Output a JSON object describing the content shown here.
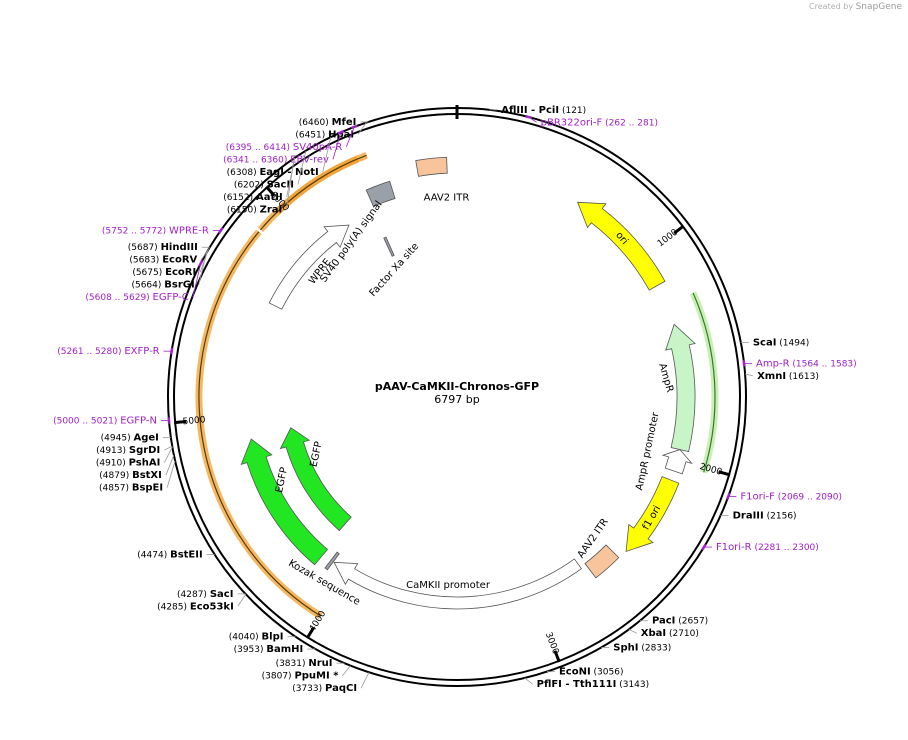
{
  "credit": {
    "prefix": "Created by",
    "brand": "SnapGene"
  },
  "plasmid": {
    "name": "pAAV-CaMKII-Chronos-GFP",
    "length_label": "6797 bp",
    "total_bp": 6797
  },
  "colors": {
    "enzyme": "#000000",
    "primer": "#a020c8",
    "yellow": "#ffff00",
    "green": "#22e622",
    "light_green": "#c8f5c8",
    "itr": "#f8c49c",
    "grey": "#9aa0a8",
    "orange": "#f0a030"
  },
  "ticks": [
    {
      "pos": 1000,
      "label": "1000"
    },
    {
      "pos": 2000,
      "label": "2000"
    },
    {
      "pos": 3000,
      "label": "3000"
    },
    {
      "pos": 4000,
      "label": "4000"
    },
    {
      "pos": 5000,
      "label": "5000"
    },
    {
      "pos": 6000,
      "label": "6000"
    }
  ],
  "features": [
    {
      "name": "ori",
      "start": 600,
      "end": 1150,
      "type": "yellow",
      "strand": -1,
      "label": "ori"
    },
    {
      "name": "AmpR",
      "start": 1350,
      "end": 1950,
      "type": "light_green",
      "strand": -1,
      "label": "AmpR"
    },
    {
      "name": "AmpR promoter",
      "start": 1950,
      "end": 2055,
      "type": "white",
      "strand": -1,
      "label": "AmpR promoter"
    },
    {
      "name": "f1 ori",
      "start": 2100,
      "end": 2500,
      "type": "yellow",
      "strand": 1,
      "label": "f1 ori"
    },
    {
      "name": "AAV2 ITR",
      "start": 2545,
      "end": 2690,
      "type": "itr",
      "strand": 0,
      "label": "AAV2 ITR"
    },
    {
      "name": "CaMKII promoter",
      "start": 2720,
      "end": 4090,
      "type": "white",
      "strand": 1,
      "label": "CaMKII promoter"
    },
    {
      "name": "Kozak sequence",
      "start": 4095,
      "end": 4110,
      "type": "grey_thin",
      "strand": 0,
      "label": "Kozak sequence"
    },
    {
      "name": "EGFP",
      "start": 4160,
      "end": 4880,
      "type": "green",
      "strand": 1,
      "label": "EGFP"
    },
    {
      "name": "EGFP",
      "start": 4180,
      "end": 4900,
      "type": "green",
      "strand": 1,
      "label": "EGFP"
    },
    {
      "name": "WPRE",
      "start": 5600,
      "end": 6190,
      "type": "white",
      "strand": 1,
      "label": "WPRE"
    },
    {
      "name": "Factor Xa site",
      "start": 6330,
      "end": 6345,
      "type": "grey_thin",
      "strand": 0,
      "label": "Factor Xa site"
    },
    {
      "name": "SV40 poly(A) signal",
      "start": 6350,
      "end": 6470,
      "type": "grey",
      "strand": 0,
      "label": "SV40 poly(A) signal"
    },
    {
      "name": "AAV2 ITR",
      "start": 6610,
      "end": 6750,
      "type": "itr",
      "strand": 0,
      "label": "AAV2 ITR"
    }
  ],
  "orfs": [
    {
      "start": 1250,
      "end": 2020,
      "strand": -1
    },
    {
      "start": 4000,
      "end": 5850,
      "strand": 1
    },
    {
      "start": 5860,
      "end": 6370,
      "strand": 1
    },
    {
      "start": 5960,
      "end": 6410,
      "strand": 1
    }
  ],
  "labels": [
    {
      "name": "MfeI",
      "pos": "(6460)",
      "kind": "enzyme",
      "site": 6460
    },
    {
      "name": "HpaI",
      "pos": "(6451)",
      "kind": "enzyme",
      "site": 6451
    },
    {
      "name": "SV40pA-R",
      "pos": "(6395 .. 6414)",
      "kind": "primer",
      "site": 6404
    },
    {
      "name": "EBV-rev",
      "pos": "(6341 .. 6360)",
      "kind": "primer",
      "site": 6350
    },
    {
      "name": "EagI  - NotI",
      "pos": "(6308)",
      "kind": "enzyme",
      "site": 6308
    },
    {
      "name": "SacII",
      "pos": "(6202)",
      "kind": "enzyme",
      "site": 6202
    },
    {
      "name": "AatII",
      "pos": "(6152)",
      "kind": "enzyme",
      "site": 6152
    },
    {
      "name": "ZraI",
      "pos": "(6150)",
      "kind": "enzyme",
      "site": 6150
    },
    {
      "name": "WPRE-R",
      "pos": "(5752 .. 5772)",
      "kind": "primer",
      "site": 5762
    },
    {
      "name": "HindIII",
      "pos": "(5687)",
      "kind": "enzyme",
      "site": 5687
    },
    {
      "name": "EcoRV",
      "pos": "(5683)",
      "kind": "enzyme",
      "site": 5683
    },
    {
      "name": "EcoRI",
      "pos": "(5675)",
      "kind": "enzyme",
      "site": 5675
    },
    {
      "name": "BsrGI",
      "pos": "(5664)",
      "kind": "enzyme",
      "site": 5664
    },
    {
      "name": "EGFP-C",
      "pos": "(5608 .. 5629)",
      "kind": "primer",
      "site": 5618
    },
    {
      "name": "EXFP-R",
      "pos": "(5261 .. 5280)",
      "kind": "primer",
      "site": 5270
    },
    {
      "name": "EGFP-N",
      "pos": "(5000 .. 5021)",
      "kind": "primer",
      "site": 5010
    },
    {
      "name": "AgeI",
      "pos": "(4945)",
      "kind": "enzyme",
      "site": 4945
    },
    {
      "name": "SgrDI",
      "pos": "(4913)",
      "kind": "enzyme",
      "site": 4913
    },
    {
      "name": "PshAI",
      "pos": "(4910)",
      "kind": "enzyme",
      "site": 4910
    },
    {
      "name": "BstXI",
      "pos": "(4879)",
      "kind": "enzyme",
      "site": 4879
    },
    {
      "name": "BspEI",
      "pos": "(4857)",
      "kind": "enzyme",
      "site": 4857
    },
    {
      "name": "BstEII",
      "pos": "(4474)",
      "kind": "enzyme",
      "site": 4474
    },
    {
      "name": "SacI",
      "pos": "(4287)",
      "kind": "enzyme",
      "site": 4287
    },
    {
      "name": "Eco53kI",
      "pos": "(4285)",
      "kind": "enzyme",
      "site": 4285
    },
    {
      "name": "BlpI",
      "pos": "(4040)",
      "kind": "enzyme",
      "site": 4040
    },
    {
      "name": "BamHI",
      "pos": "(3953)",
      "kind": "enzyme",
      "site": 3953
    },
    {
      "name": "NruI",
      "pos": "(3831)",
      "kind": "enzyme",
      "site": 3831
    },
    {
      "name": "PpuMI *",
      "pos": "(3807)",
      "kind": "enzyme",
      "site": 3807
    },
    {
      "name": "PaqCI",
      "pos": "(3733)",
      "kind": "enzyme",
      "site": 3733
    },
    {
      "name": "AflIII  - PciI",
      "pos": "(121)",
      "kind": "enzyme",
      "site": 121
    },
    {
      "name": "pBR322ori-F",
      "pos": "(262 .. 281)",
      "kind": "primer",
      "site": 271
    },
    {
      "name": "ScaI",
      "pos": "(1494)",
      "kind": "enzyme",
      "site": 1494
    },
    {
      "name": "Amp-R",
      "pos": "(1564 .. 1583)",
      "kind": "primer",
      "site": 1573
    },
    {
      "name": "XmnI",
      "pos": "(1613)",
      "kind": "enzyme",
      "site": 1613
    },
    {
      "name": "F1ori-F",
      "pos": "(2069 .. 2090)",
      "kind": "primer",
      "site": 2079
    },
    {
      "name": "DraIII",
      "pos": "(2156)",
      "kind": "enzyme",
      "site": 2156
    },
    {
      "name": "F1ori-R",
      "pos": "(2281 .. 2300)",
      "kind": "primer",
      "site": 2290
    },
    {
      "name": "PacI",
      "pos": "(2657)",
      "kind": "enzyme",
      "site": 2657
    },
    {
      "name": "XbaI",
      "pos": "(2710)",
      "kind": "enzyme",
      "site": 2710
    },
    {
      "name": "SphI",
      "pos": "(2833)",
      "kind": "enzyme",
      "site": 2833
    },
    {
      "name": "EcoNI",
      "pos": "(3056)",
      "kind": "enzyme",
      "site": 3056
    },
    {
      "name": "PflFI  - Tth111I",
      "pos": "(3143)",
      "kind": "enzyme",
      "site": 3143
    }
  ]
}
